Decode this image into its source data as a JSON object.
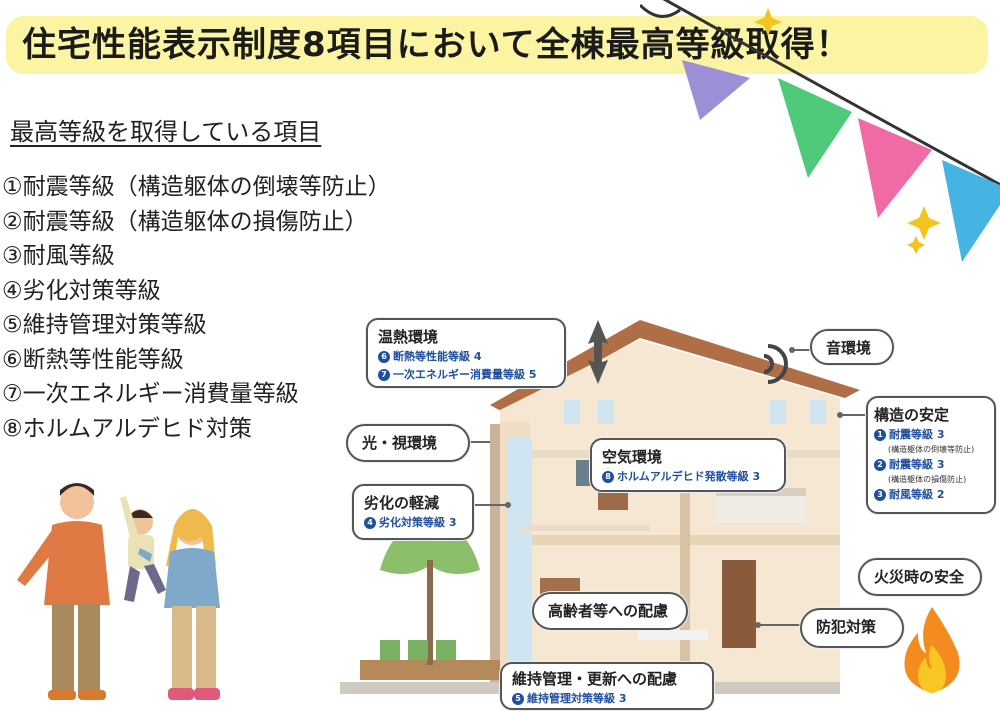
{
  "banner": {
    "title": "住宅性能表示制度8項目において全棟最高等級取得！"
  },
  "subtitle": "最高等級を取得している項目",
  "items": [
    "①耐震等級（構造躯体の倒壊等防止）",
    "②耐震等級（構造躯体の損傷防止）",
    "③耐風等級",
    "④劣化対策等級",
    "⑤維持管理対策等級",
    "⑥断熱等性能等級",
    "⑦一次エネルギー消費量等級",
    "⑧ホルムアルデヒド対策"
  ],
  "callouts": {
    "thermal": {
      "title": "温熱環境",
      "n1": "6",
      "l1": "断熱等性能等級 4",
      "n2": "7",
      "l2": "一次エネルギー消費量等級 5"
    },
    "sound": {
      "title": "音環境"
    },
    "light": {
      "title": "光・視環境"
    },
    "air": {
      "title": "空気環境",
      "n1": "8",
      "l1": "ホルムアルデヒド発散等級 3"
    },
    "deterioration": {
      "title": "劣化の軽減",
      "n1": "4",
      "l1": "劣化対策等級 3"
    },
    "structure": {
      "title": "構造の安定",
      "n1": "1",
      "l1": "耐震等級 3",
      "note1": "(構造躯体の倒壊等防止)",
      "n2": "2",
      "l2": "耐震等級 3",
      "note2": "(構造躯体の損傷防止)",
      "n3": "3",
      "l3": "耐風等級 2"
    },
    "fire": {
      "title": "火災時の安全"
    },
    "elderly": {
      "title": "高齢者等への配慮"
    },
    "security": {
      "title": "防犯対策"
    },
    "maintenance": {
      "title": "維持管理・更新への配慮",
      "n1": "5",
      "l1": "維持管理対策等級 3"
    }
  },
  "colors": {
    "banner_bg": "#fbf5a3",
    "accent_blue": "#1f4fa0",
    "flag_purple": "#9b8fd6",
    "flag_green": "#4fc97a",
    "flag_pink": "#f06aa6",
    "flag_blue": "#45b4e3"
  }
}
